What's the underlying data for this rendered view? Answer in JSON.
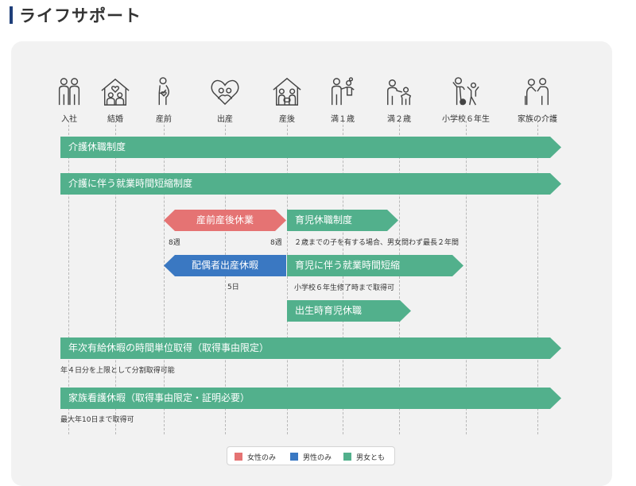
{
  "page": {
    "title": "ライフサポート"
  },
  "stages": [
    {
      "label": "入社",
      "icon": "two-adults-icon"
    },
    {
      "label": "結婚",
      "icon": "couple-heart-house-icon"
    },
    {
      "label": "産前",
      "icon": "pregnant-woman-icon"
    },
    {
      "label": "出産",
      "icon": "baby-heart-icon"
    },
    {
      "label": "産後",
      "icon": "family-house-icon"
    },
    {
      "label": "満１歳",
      "icon": "parent-with-toddler-icon"
    },
    {
      "label": "満２歳",
      "icon": "parent-with-child-icon"
    },
    {
      "label": "小学校６年生",
      "icon": "child-with-ball-icon"
    },
    {
      "label": "家族の介護",
      "icon": "caregiver-elderly-icon"
    }
  ],
  "programs": {
    "kaigo_kyugyo": {
      "label": "介護休職制度"
    },
    "kaigo_tanshuku": {
      "label": "介護に伴う就業時間短縮制度"
    },
    "sanzen_sango": {
      "label": "産前産後休業",
      "note_before": "8週",
      "note_after": "8週"
    },
    "haigusha": {
      "label": "配偶者出産休暇",
      "note": "5日"
    },
    "ikuji_kyugyo": {
      "label": "育児休職制度",
      "note": "２歳までの子を有する場合、男女問わず最長２年間"
    },
    "ikuji_tanshuku": {
      "label": "育児に伴う就業時間短縮",
      "note": "小学校６年生修了時まで取得可"
    },
    "shussei_ikuji": {
      "label": "出生時育児休職"
    },
    "nenkyu": {
      "label": "年次有給休暇の時間単位取得（取得事由限定）",
      "note": "年４日分を上限として分割取得可能"
    },
    "kango": {
      "label": "家族看護休暇（取得事由限定・証明必要）",
      "note": "最大年10日まで取得可"
    }
  },
  "legend": [
    {
      "label": "女性のみ",
      "color": "#e57373"
    },
    {
      "label": "男性のみ",
      "color": "#3a78c2"
    },
    {
      "label": "男女とも",
      "color": "#52b08c"
    }
  ],
  "colors": {
    "female": "#e57373",
    "male": "#3a78c2",
    "both": "#52b08c",
    "title_accent": "#1f3f7a"
  }
}
